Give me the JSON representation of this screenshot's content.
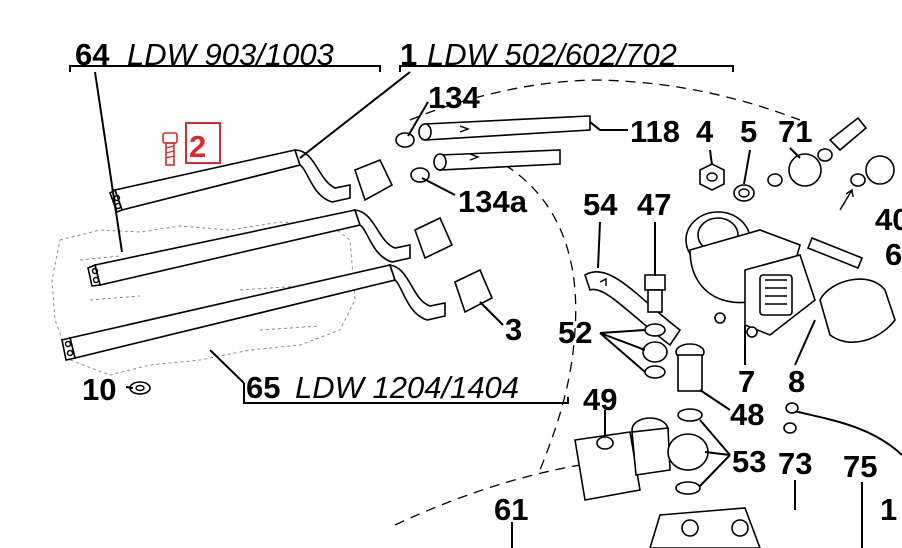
{
  "callouts": {
    "c64_num": "64",
    "c64_model": "LDW 903/1003",
    "c1_num": "1",
    "c1_model": "LDW 502/602/702",
    "c65_num": "65",
    "c65_model": "LDW 1204/1404",
    "c2": "2",
    "c134": "134",
    "c134a": "134a",
    "c118": "118",
    "c4": "4",
    "c5": "5",
    "c71": "71",
    "c40": "40",
    "c6": "6",
    "c54": "54",
    "c47": "47",
    "c52": "52",
    "c3": "3",
    "c10": "10",
    "c7": "7",
    "c8": "8",
    "c49": "49",
    "c48": "48",
    "c53": "53",
    "c73": "73",
    "c75": "75",
    "c61": "61",
    "c1_right": "1"
  },
  "colors": {
    "line": "#000000",
    "highlight": "#e0282f",
    "background": "#ffffff"
  }
}
